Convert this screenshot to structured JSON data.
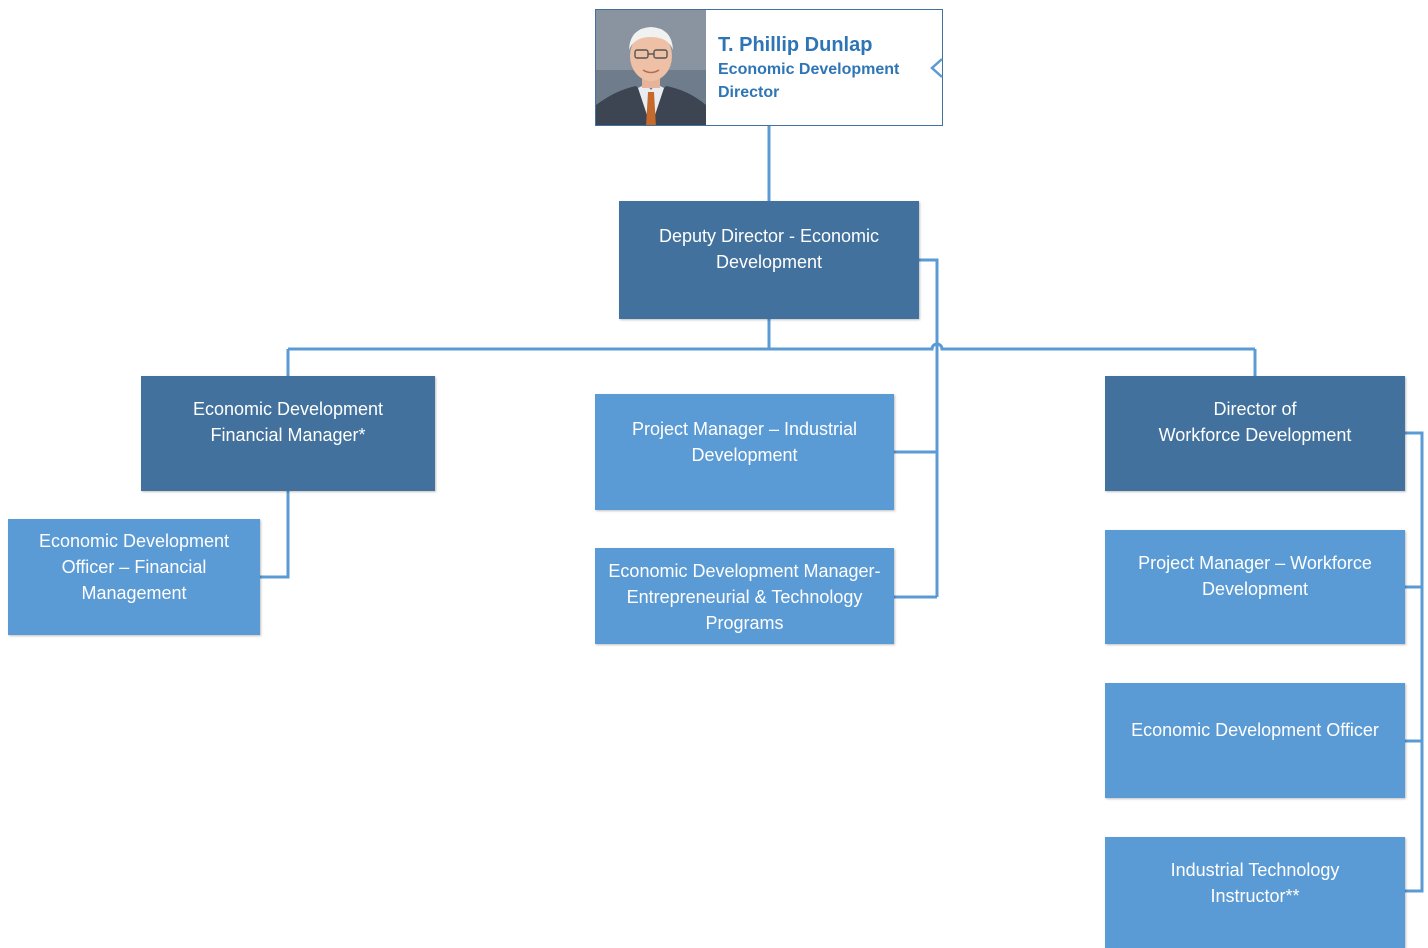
{
  "director": {
    "name": "T. Phillip Dunlap",
    "title_line1": "Economic Development",
    "title_line2": "Director"
  },
  "deputy": {
    "line1": "Deputy Director - Economic",
    "line2": "Development"
  },
  "financial_manager": {
    "line1": "Economic Development",
    "line2": "Financial Manager*"
  },
  "financial_officer": {
    "line1": "Economic Development",
    "line2": "Officer – Financial",
    "line3": "Management"
  },
  "pm_industrial": {
    "line1": "Project Manager – Industrial",
    "line2": "Development"
  },
  "entrepreneurial_manager": {
    "line1": "Economic Development Manager-",
    "line2": "Entrepreneurial & Technology",
    "line3": "Programs"
  },
  "workforce_director": {
    "line1": "Director of",
    "line2": "Workforce Development"
  },
  "pm_workforce": {
    "line1": "Project Manager – Workforce",
    "line2": "Development"
  },
  "ed_officer": {
    "line1": "Economic Development Officer"
  },
  "tech_instructor": {
    "line1": "Industrial Technology",
    "line2": "Instructor**"
  },
  "colors": {
    "dark_box": "#41719c",
    "light_box": "#5b9bd5",
    "connector": "#5b9bd5",
    "name_text": "#2e75b6"
  }
}
